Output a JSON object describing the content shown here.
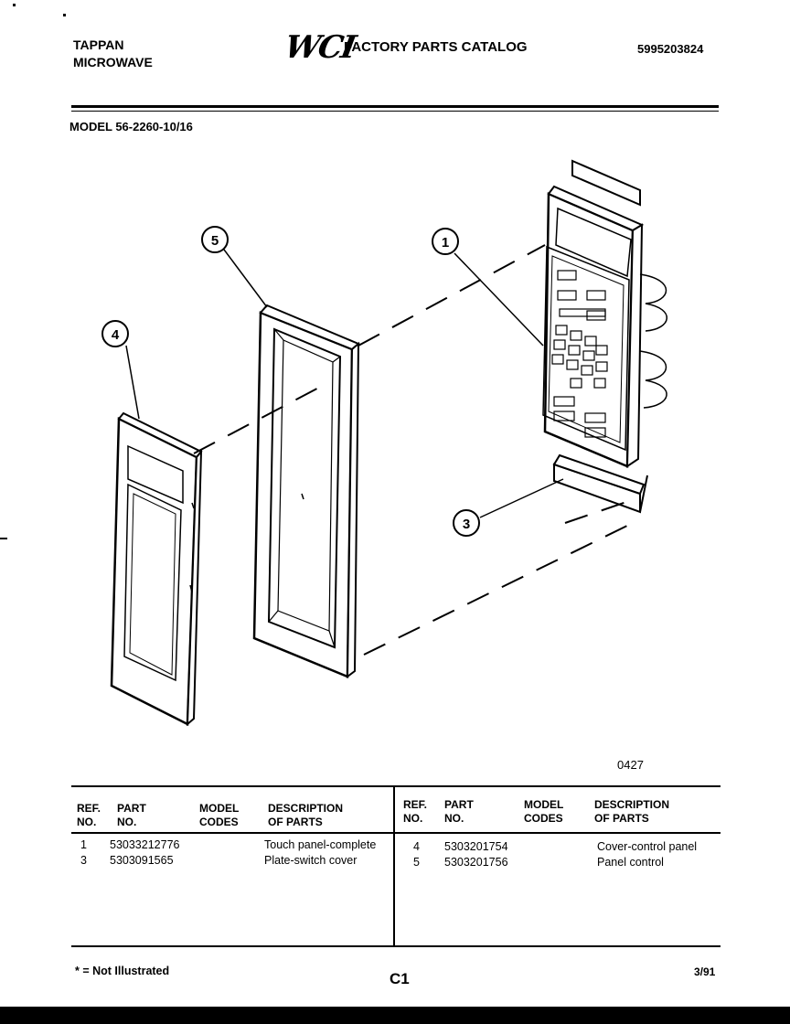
{
  "header": {
    "brand_line1": "TAPPAN",
    "brand_line2": "MICROWAVE",
    "logo_text": "WCI",
    "catalog_title": "FACTORY PARTS CATALOG",
    "catalog_number": "5995203824"
  },
  "model_line": "MODEL 56-2260-10/16",
  "diagram": {
    "callouts": [
      "1",
      "3",
      "4",
      "5"
    ],
    "code": "0427"
  },
  "parts_table": {
    "headers": {
      "ref_line1": "REF.",
      "ref_line2": "NO.",
      "part_line1": "PART",
      "part_line2": "NO.",
      "model_line1": "MODEL",
      "model_line2": "CODES",
      "desc_line1": "DESCRIPTION",
      "desc_line2": "OF PARTS"
    },
    "left_rows": [
      {
        "ref": "1",
        "part": "53033212776",
        "model": "",
        "desc": "Touch panel-complete"
      },
      {
        "ref": "3",
        "part": "5303091565",
        "model": "",
        "desc": "Plate-switch cover"
      }
    ],
    "right_rows": [
      {
        "ref": "4",
        "part": "5303201754",
        "model": "",
        "desc": "Cover-control panel"
      },
      {
        "ref": "5",
        "part": "5303201756",
        "model": "",
        "desc": "Panel control"
      }
    ]
  },
  "footer": {
    "note": "* = Not Illustrated",
    "page": "C1",
    "date": "3/91"
  }
}
